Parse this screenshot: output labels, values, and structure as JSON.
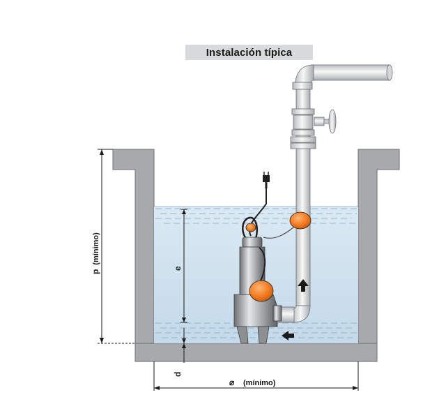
{
  "title": "Instalación típica",
  "labels": {
    "p": "p",
    "p_note": "(mínimo)",
    "e": "e",
    "d": "d",
    "diameter_symbol": "⌀",
    "diameter_note": "(mínimo)"
  },
  "colors": {
    "wall": "#a7a9ac",
    "wall_stroke": "#6d6e71",
    "water_top": "#dbe9f3",
    "water_bottom": "#c3d8e8",
    "pump_orange": "#f47b20",
    "pipe": "#eceeef"
  }
}
